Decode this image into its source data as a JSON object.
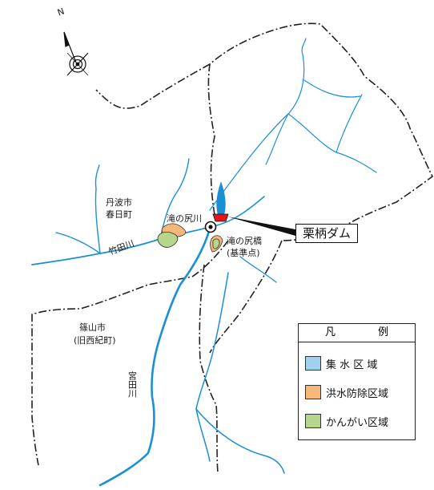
{
  "map": {
    "labels": {
      "tanba_city": "丹波市",
      "kasuga_town": "春日町",
      "takinoshiri_river": "滝の尻川",
      "taketa_river": "竹田川",
      "takinoshiri_bridge": "滝の尻橋",
      "base_point": "(基準点)",
      "sasayama_city": "篠山市",
      "old_nishiki_town": "(旧西紀町)",
      "miyata_river": "宮田川"
    },
    "dam_label": "栗柄ダム",
    "north_letter": "N"
  },
  "legend": {
    "title": "凡　例",
    "items": [
      {
        "label": "集 水 区 域",
        "color": "#9fd2ef"
      },
      {
        "label": "洪水防除区域",
        "color": "#f5b77a"
      },
      {
        "label": "かんがい区域",
        "color": "#b5d68b"
      }
    ]
  },
  "colors": {
    "river": "#1b8fd6",
    "boundary": "#222222",
    "dam": "#e2141c"
  }
}
